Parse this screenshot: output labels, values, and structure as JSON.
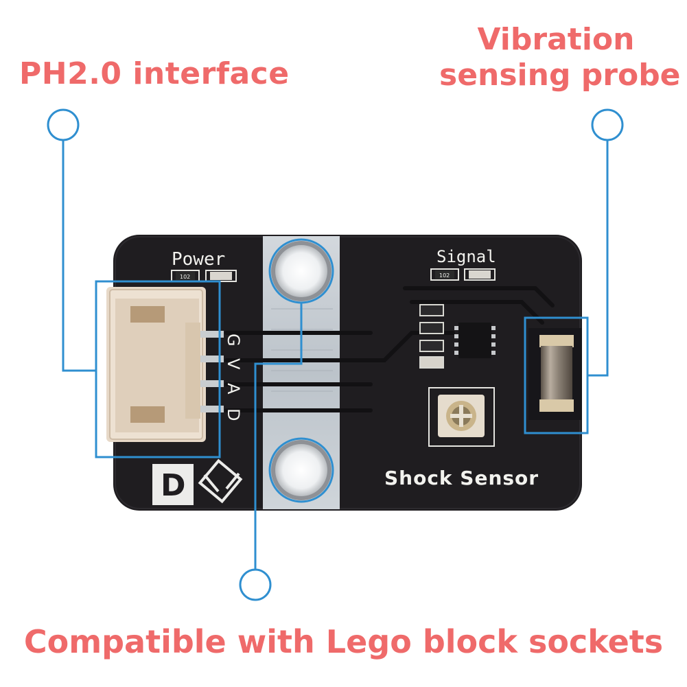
{
  "callouts": {
    "connector": "PH2.0 interface",
    "probe_line1": "Vibration",
    "probe_line2": "sensing probe",
    "lego": "Compatible with Lego block sockets"
  },
  "board": {
    "power_label": "Power",
    "signal_label": "Signal",
    "pins": [
      "G",
      "V",
      "A",
      "D"
    ],
    "product_name": "Shock Sensor",
    "logo_letter": "D",
    "resistor_code": "102"
  },
  "colors": {
    "callout_text": "#ef6a6a",
    "callout_line": "#2f8fd0",
    "pcb": "#1f1d20",
    "lego_strip": "#c4cbd2"
  }
}
